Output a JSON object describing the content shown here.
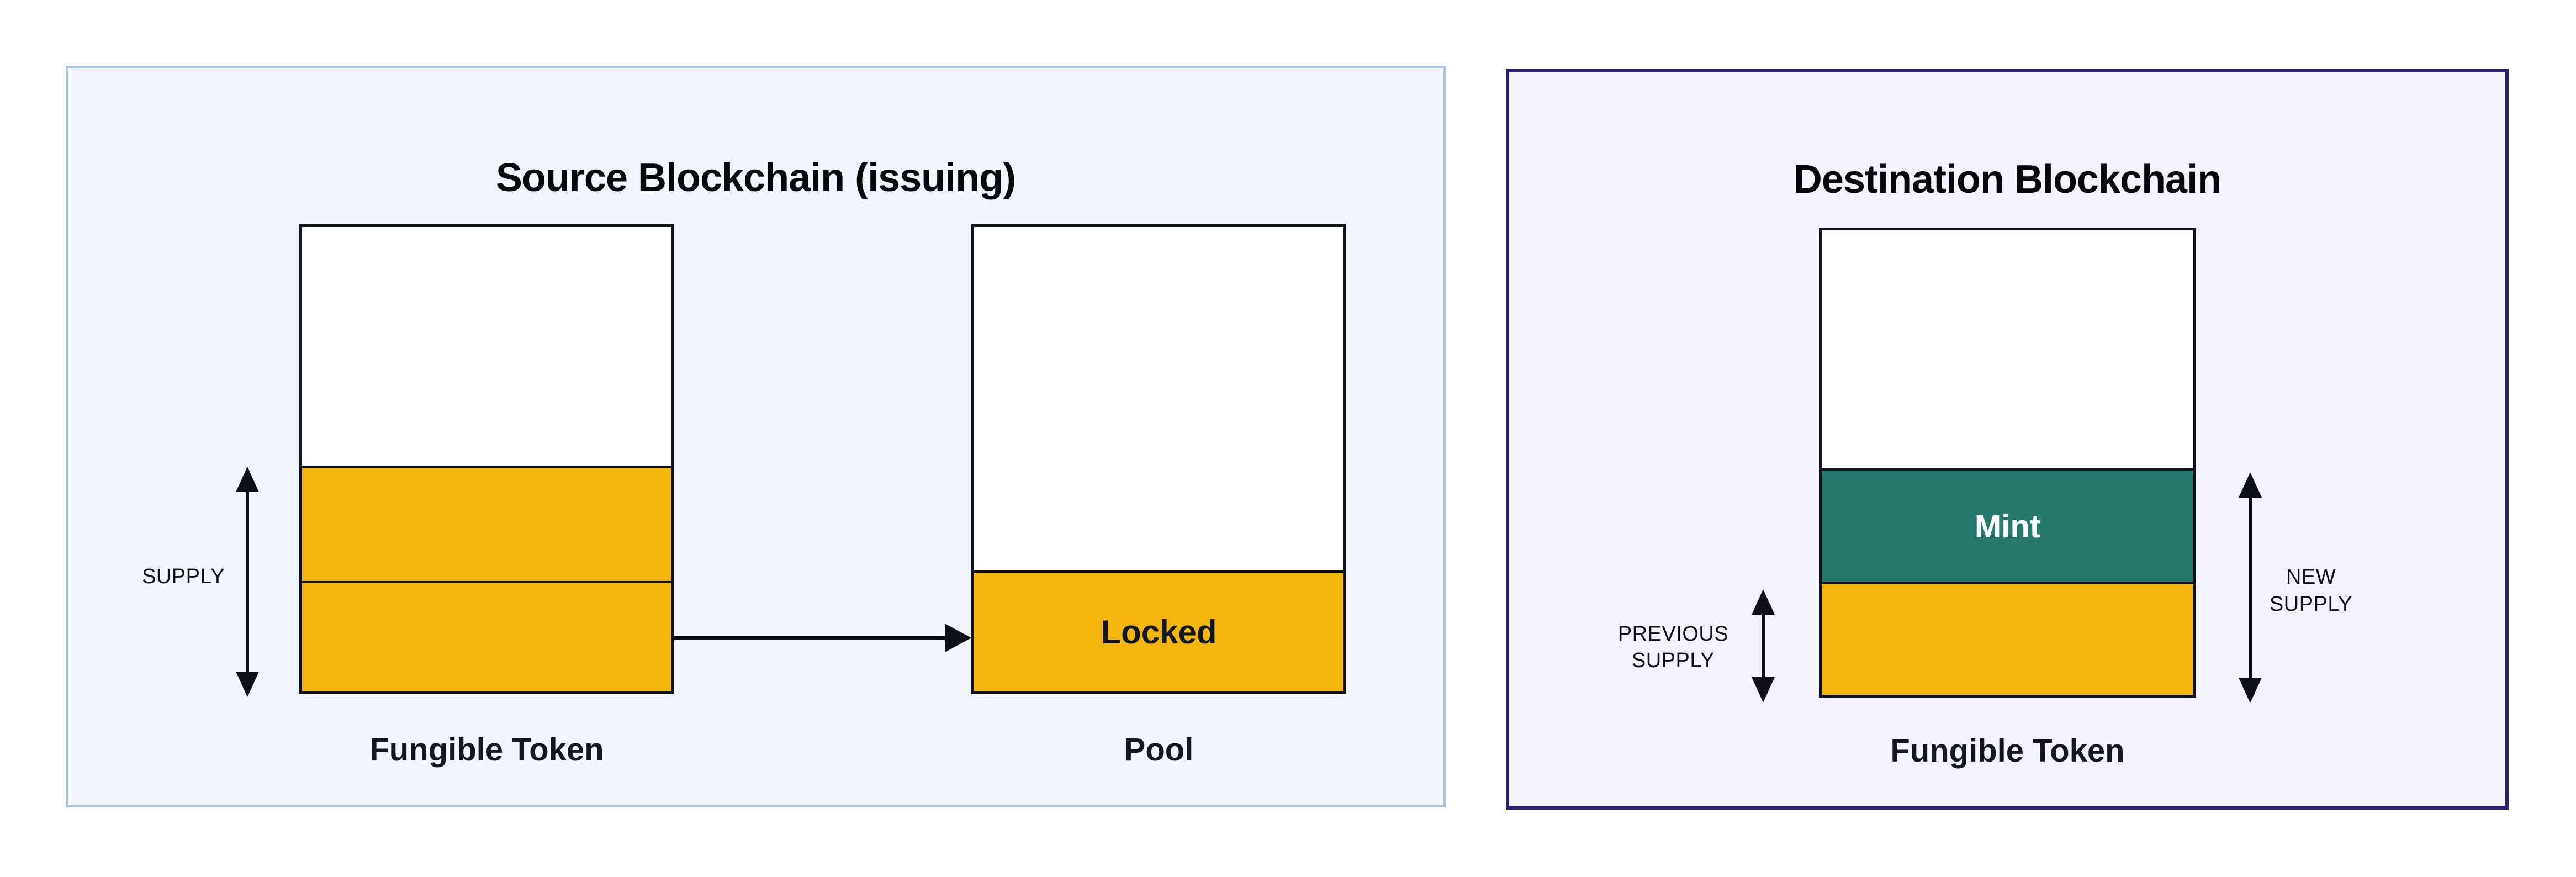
{
  "colors": {
    "page_background": "#ffffff",
    "source_panel_background": "#f1f5fc",
    "source_panel_border": "#a9c4f0",
    "destination_panel_background": "#f5f3fb",
    "destination_panel_border": "#2d2073",
    "token_yellow": "#f5b50f",
    "mint_teal": "#26796d",
    "line_ink": "#0c0f16",
    "text_ink": "#131722"
  },
  "source_panel": {
    "title": "Source Blockchain (issuing)",
    "supply_label": "SUPPLY",
    "token_bar": {
      "label": "Fungible Token"
    },
    "pool_bar": {
      "label": "Pool",
      "locked_label": "Locked"
    }
  },
  "destination_panel": {
    "title": "Destination Blockchain",
    "previous_supply": {
      "line1": "PREVIOUS",
      "line2": "SUPPLY"
    },
    "new_supply": {
      "line1": "NEW",
      "line2": "SUPPLY"
    },
    "token_bar": {
      "label": "Fungible Token",
      "mint_label": "Mint"
    }
  }
}
